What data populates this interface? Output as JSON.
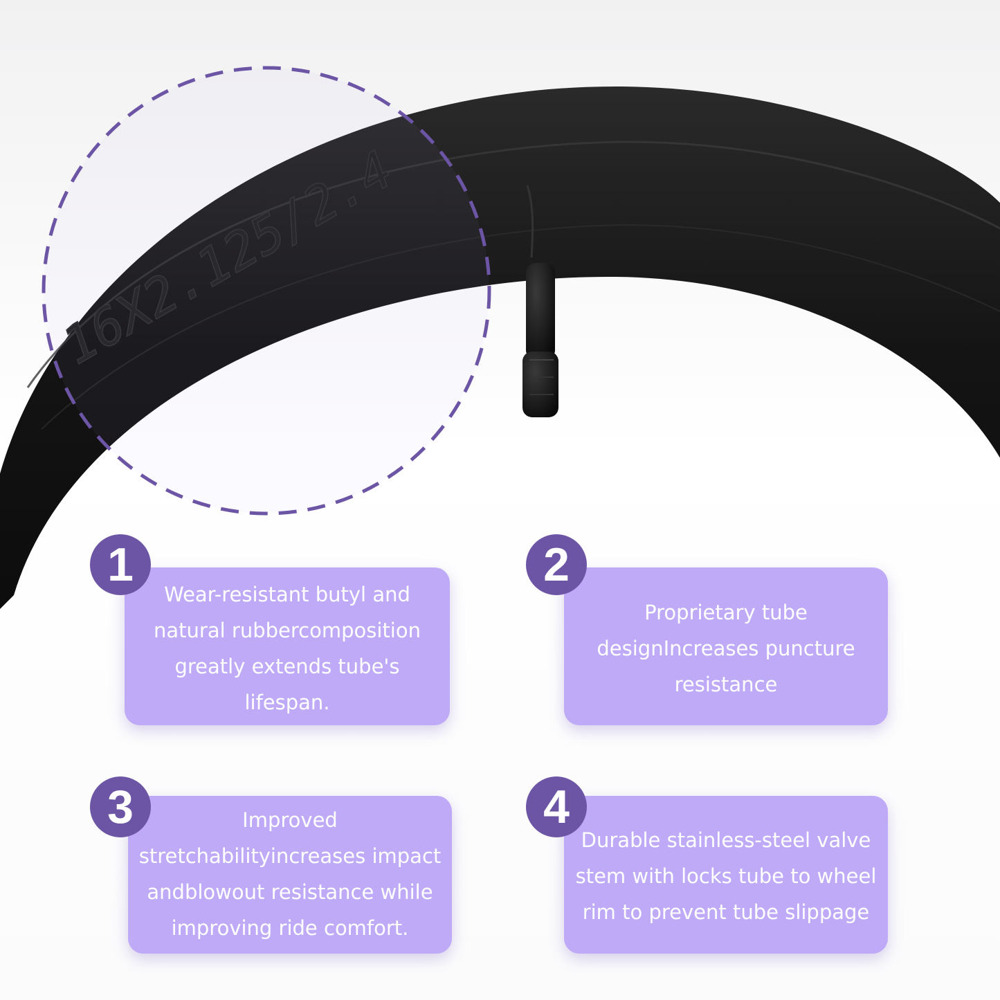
{
  "product": {
    "size_marking": "16X2.125/2.4"
  },
  "colors": {
    "accent_purple": "#6d55a6",
    "card_lavender": "#bfaaf7",
    "tube_black": "#141414",
    "text_white": "#ffffff"
  },
  "features": [
    {
      "number": "1",
      "text": "Wear-resistant butyl and natural rubbercomposition greatly extends tube's lifespan."
    },
    {
      "number": "2",
      "text": "Proprietary tube designIncreases puncture resistance"
    },
    {
      "number": "3",
      "text": "Improved stretchabilityincreases impact andblowout resistance while improving ride comfort."
    },
    {
      "number": "4",
      "text": "Durable stainless-steel valve stem with locks tube to wheel rim to prevent tube slippage"
    }
  ]
}
